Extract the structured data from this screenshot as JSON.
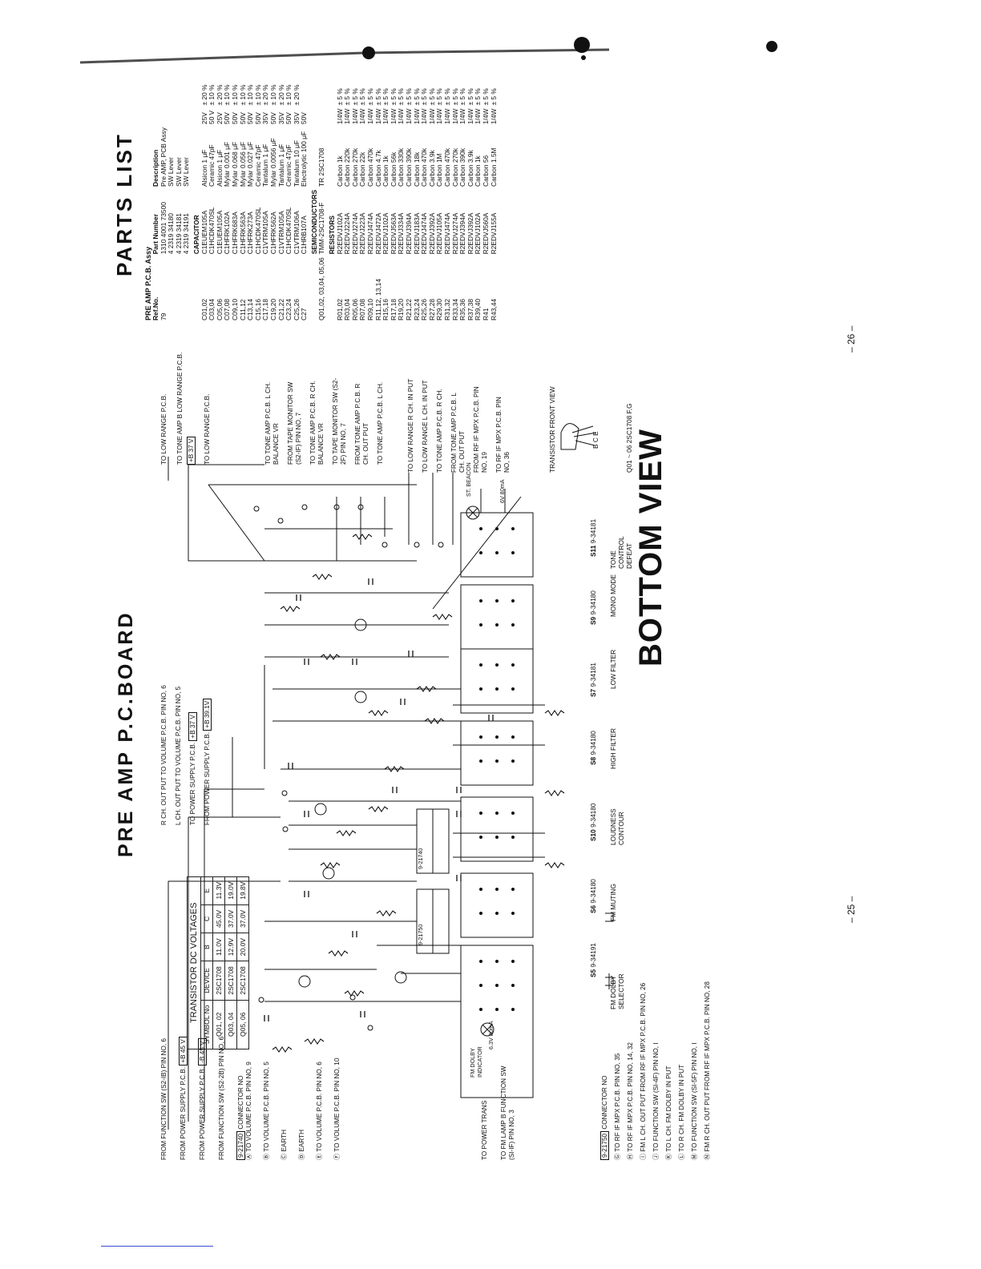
{
  "titles": {
    "board": "PRE AMP P.C.BOARD",
    "parts": "PARTS LIST",
    "view": "BOTTOM VIEW"
  },
  "page_numbers": {
    "left": "– 25 –",
    "right": "– 26 –"
  },
  "parts_list": {
    "assy": "PRE AMP P.C.B. Assy",
    "headers": [
      "Ref.No.",
      "Part Number",
      "Description"
    ],
    "assy_row": {
      "ref": "79",
      "parts": [
        "1310 4001 73500",
        "4 2319 34180",
        "4 2319 34181",
        "4 2319 34191"
      ],
      "desc": [
        "Pre AMP, PCB Assy",
        "SW Lever",
        "SW Lever",
        "SW Lever"
      ]
    },
    "capacitor_title": "CAPACITOR",
    "capacitors": [
      [
        "C01,02",
        "C1EUEM105A",
        "Alsicon 1 μF",
        "25V",
        "± 20 %"
      ],
      [
        "C03,04",
        "C1HCDK470SL",
        "Ceramic 47pF",
        "50 V",
        "± 10 %"
      ],
      [
        "C05,06",
        "C1EUEM105A",
        "Alsicon 1 μF",
        "25V",
        "± 20 %"
      ],
      [
        "C07,08",
        "C1HFRK102A",
        "Mylar 0.001 μF",
        "50V",
        "± 10 %"
      ],
      [
        "C09,10",
        "C1HFRK683A",
        "Mylar 0.068 μF",
        "50V",
        "± 10 %"
      ],
      [
        "C11,12",
        "C1HFRK563A",
        "Mylar 0.056 μF",
        "50V",
        "± 10 %"
      ],
      [
        "C13,14",
        "C1HFRK273A",
        "Mylar 0.027 μF",
        "50V",
        "± 10 %"
      ],
      [
        "C15,16",
        "C1HCDK470SL",
        "Ceramic 47pF",
        "50V",
        "± 10 %"
      ],
      [
        "C17,18",
        "C1VTRM105A",
        "Tantalum 1 μF",
        "35V",
        "± 20 %"
      ],
      [
        "C19,20",
        "C1HFRK562A",
        "Mylar 0.0056 μF",
        "50V",
        "± 10 %"
      ],
      [
        "C21,22",
        "C1VTRM105A",
        "Tantalum 1 μF",
        "35V",
        "± 20 %"
      ],
      [
        "C23,24",
        "C1HCDK470SL",
        "Ceramic 47pF",
        "50V",
        "± 10 %"
      ],
      [
        "C25,26",
        "C1VTRM106A",
        "Tantalum 10 μF",
        "35V",
        "± 20 %"
      ],
      [
        "C27",
        "C1HRB107A",
        "Electrolytic 100 μF",
        "50V",
        ""
      ]
    ],
    "semi_title": "SEMICONDUCTORS",
    "semis": [
      [
        "Q01,02, 03,04, 05,06",
        "TMM-2SC1708-F",
        "TR 2SC1708",
        "",
        ""
      ]
    ],
    "resistor_title": "RESISTORS",
    "resistors": [
      [
        "R01,02",
        "R2EDVJ102A",
        "Carbon 1k",
        "1/4W",
        "± 5 %"
      ],
      [
        "R03,04",
        "R2EDVJ224A",
        "Carbon 220k",
        "1/4W",
        "± 5 %"
      ],
      [
        "R05,06",
        "R2EDVJ274A",
        "Carbon 270k",
        "1/4W",
        "± 5 %"
      ],
      [
        "R07,08",
        "R2EDVJ223A",
        "Carbon 22k",
        "1/4W",
        "± 5 %"
      ],
      [
        "R09,10",
        "R2EDVJ474A",
        "Carbon 470k",
        "1/4W",
        "± 5 %"
      ],
      [
        "R11,12, 13,14",
        "R2EDVJ472A",
        "Carbon 4.7k",
        "1/4W",
        "± 5 %"
      ],
      [
        "R15,16",
        "R2EDVJ102A",
        "Carbon 1k",
        "1/4W",
        "± 5 %"
      ],
      [
        "R17,18",
        "R2EDVJ563A",
        "Carbon 56k",
        "1/4W",
        "± 5 %"
      ],
      [
        "R19,20",
        "R2EDVJ334A",
        "Carbon 330k",
        "1/4W",
        "± 5 %"
      ],
      [
        "R21,22",
        "R2EDVJ394A",
        "Carbon 390k",
        "1/4W",
        "± 5 %"
      ],
      [
        "R23,24",
        "R2EDVJ183A",
        "Carbon 18k",
        "1/4W",
        "± 5 %"
      ],
      [
        "R25,26",
        "R2EDVJ474A",
        "Carbon 470k",
        "1/4W",
        "± 5 %"
      ],
      [
        "R27,28",
        "R2EDVJ392A",
        "Carbon 3.9k",
        "1/4W",
        "± 5 %"
      ],
      [
        "R29,30",
        "R2EDVJ105A",
        "Carbon 1M",
        "1/4W",
        "± 5 %"
      ],
      [
        "R31,32",
        "R2EDVJ474A",
        "Carbon 470k",
        "1/4W",
        "± 5 %"
      ],
      [
        "R33,34",
        "R2EDVJ274A",
        "Carbon 270k",
        "1/4W",
        "± 5 %"
      ],
      [
        "R35,36",
        "R2EDVJ394A",
        "Carbon 390k",
        "1/4W",
        "± 5 %"
      ],
      [
        "R37,38",
        "R2EDVJ392A",
        "Carbon 3.9k",
        "1/4W",
        "± 5 %"
      ],
      [
        "R39,40",
        "R2EDVJ102A",
        "Carbon 1k",
        "1/4W",
        "± 5 %"
      ],
      [
        "R41",
        "R2EDVJ560A",
        "Carbon 56",
        "1/4W",
        "± 5 %"
      ],
      [
        "R43,44",
        "R2EDVJ155A",
        "Carbon 1.5M",
        "1/4W",
        "± 5 %"
      ]
    ]
  },
  "voltages": {
    "title": "TRANSISTOR DC VOLTAGES",
    "headers": [
      "SYMBOL No",
      "DEVICE",
      "B",
      "C",
      "E"
    ],
    "rows": [
      [
        "Q01, 02",
        "2SC1708",
        "11.0V",
        "45.0V",
        "11.3V"
      ],
      [
        "Q03, 04",
        "2SC1708",
        "12.9V",
        "37.0V",
        "19.0V"
      ],
      [
        "Q05, 06",
        "2SC1708",
        "20.0V",
        "37.0V",
        "19.8V"
      ]
    ]
  },
  "left_labels": {
    "lines": [
      "FROM FUNCTION SW (S2-IB) PIN NO, 6",
      "FROM POWER SUPPLY P.C.B.",
      "FROM POWER SUPPLY P.C.B.",
      "FROM FUNCTION SW (S2-2B) PIN NO, 6"
    ],
    "v1": "+B 45 V",
    "v2": "-B 45 V",
    "conn1": "9-21740",
    "conn1_suffix": "CONNECTOR NO",
    "conn1_items": [
      "Ⓐ TO VOLUME P.C.B. PIN NO, 9",
      "Ⓑ TO VOLUME P.C.B. PIN NO, 5",
      "Ⓒ EARTH",
      "Ⓓ EARTH",
      "Ⓔ TO VOLUME P.C.B. PIN NO, 6",
      "Ⓕ TO VOLUME P.C.B. PIN NO, 10"
    ],
    "power": "TO POWER TRANS",
    "lamp": "TO FM LAMP B FUNCTION SW (SI-IF) PIN NO, 3",
    "conn2": "9-21750",
    "conn2_suffix": "CONNECTOR NO",
    "conn2_items": [
      "Ⓖ TO RF IF MPX P.C.B. PIN NO, 35",
      "Ⓗ TO RF IF MPX P.C.B. PIN NO, 14, 32",
      "Ⓘ FM L CH. OUT PUT FROM RF IF MPX P.C.B. PIN NO, 26",
      "Ⓙ TO FUNCTION SW (SI-4F) PIN NO, I",
      "Ⓚ TO L CH. FM DOLBY IN PUT",
      "Ⓛ TO R CH. FM DOLBY IN PUT",
      "Ⓜ TO FUNCTION SW (SI-5F) PIN NO, I",
      "Ⓝ FM R CH. OUT PUT FROM RF IF MPX P.C.B. PIN NO, 28"
    ]
  },
  "top_labels": [
    "R CH. OUT PUT TO VOLUME P.C.B. PIN NO, 6",
    "L CH. OUT PUT TO VOLUME P.C.B. PIN NO, 5",
    "TO POWER SUPPLY P.C.B.",
    "FROM POWER SUPPLY P.C.B."
  ],
  "top_volts": [
    "+B 37 V",
    "+B 39.1V"
  ],
  "right_labels": [
    "TO LOW RANGE P.C.B.",
    "TO TONE AMP B LOW RANGE P.C.B.",
    "TO LOW RANGE P.C.B.",
    "TO TONE AMP P.C.B. L CH. BALANCE VR",
    "FROM TAPE MONITOR SW (S2-IF) PIN NO, 7",
    "TO TONE AMP P.C.B. R CH. BALANCE VR",
    "TO TAPE MONITOR SW (S2-2F) PIN NO, 7",
    "FROM TONE AMP P.C.B. R CH. OUT PUT",
    "TO TONE AMP P.C.B. L CH.",
    "TO LOW RANGE R CH. IN PUT",
    "TO LOW RANGE L CH. IN PUT",
    "TO TONE AMP P.C.B. R CH.",
    "FROM TONE AMP P.C.B. L CH. OUT PUT",
    "FROM RF IF MPX P.C.B. PIN NO, 19",
    "TO RF IF MPX P.C.B. PIN NO, 36"
  ],
  "right_volt": "+B 37 V",
  "switches": [
    {
      "name": "S5",
      "part": "9-34191",
      "label": "FM DOLBY SELECTOR"
    },
    {
      "name": "S6",
      "part": "9-34180",
      "label": "FM MUTING"
    },
    {
      "name": "S10",
      "part": "9-34180",
      "label": "LOUDNESS CONTOUR"
    },
    {
      "name": "S8",
      "part": "9-34180",
      "label": "HIGH FILTER"
    },
    {
      "name": "S7",
      "part": "9-34181",
      "label": "LOW FILTER"
    },
    {
      "name": "S9",
      "part": "9-34180",
      "label": "MONO MODE"
    },
    {
      "name": "S11",
      "part": "9-34181",
      "label": "TONE CONTROL DEFEAT"
    }
  ],
  "transistor": {
    "title": "TRANSISTOR FRONT VIEW",
    "note": "Q01 ~ 06 2SC1708 F,G",
    "pins": "B C E"
  },
  "indicators": {
    "beacon": "ST. BEACON",
    "beacon_spec": "6V 80mA",
    "dolby": "FM DOLBY INDICATOR",
    "dolby_spec": "6.3V 80mA"
  },
  "connectors": {
    "c1": "9-21740",
    "c2": "9-21750"
  }
}
